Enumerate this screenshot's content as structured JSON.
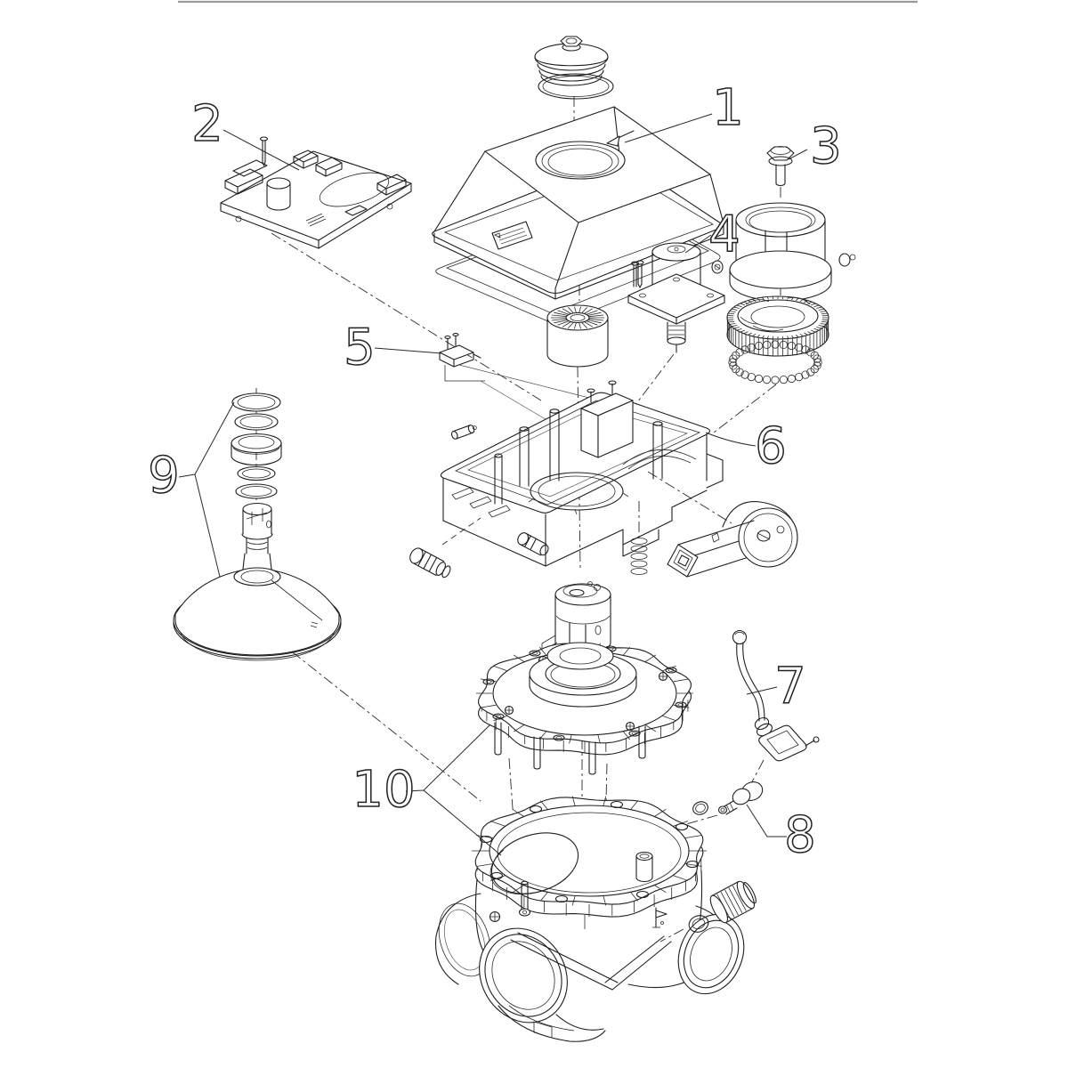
{
  "page": {
    "background": "#ffffff",
    "line_color": "#1f1f1f",
    "description": "Exploded-view parts diagram of a motorized multiport backwash valve actuator and valve body"
  },
  "diagram": {
    "type": "exploded-parts-diagram",
    "callouts": [
      {
        "number": "1",
        "part": "top-cover-lid-with-window"
      },
      {
        "number": "2",
        "part": "controller-circuit-board"
      },
      {
        "number": "3",
        "part": "hex-flange-bolt"
      },
      {
        "number": "4",
        "part": "drive-motor-with-mounting-plate"
      },
      {
        "number": "5",
        "part": "micro-switch"
      },
      {
        "number": "6",
        "part": "actuator-base-housing"
      },
      {
        "number": "7",
        "part": "sensor-cable-with-plug"
      },
      {
        "number": "8",
        "part": "sensor-gland-fitting-with-o-ring"
      },
      {
        "number": "9",
        "part": "piston-seal-stack-and-diaphragm"
      },
      {
        "number": "10",
        "part": "valve-cover-flange-and-body"
      }
    ]
  }
}
